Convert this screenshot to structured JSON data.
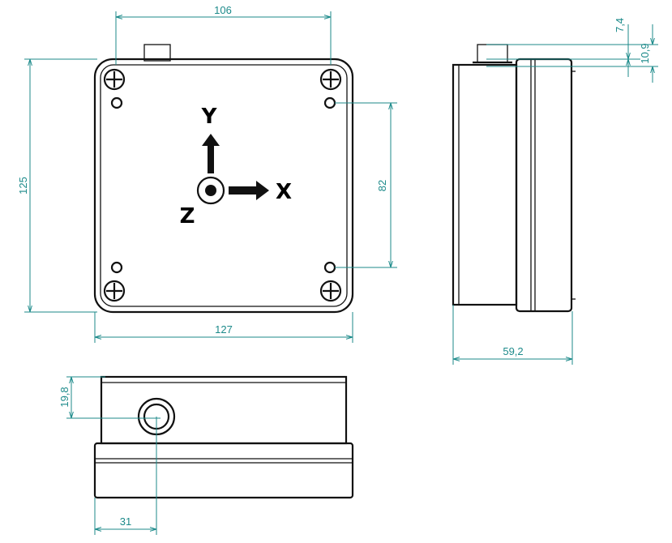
{
  "dimensions": {
    "top_width": "106",
    "front_height": "125",
    "hole_spacing": "82",
    "front_width": "127",
    "side_top_small": "7,4",
    "side_top_large": "10,9",
    "side_depth": "59,2",
    "bottom_height": "19,8",
    "bottom_offset": "31"
  },
  "axes": {
    "x": "X",
    "y": "Y",
    "z": "Z"
  },
  "colors": {
    "dimension": "#1c8a8a",
    "outline": "#111111"
  }
}
